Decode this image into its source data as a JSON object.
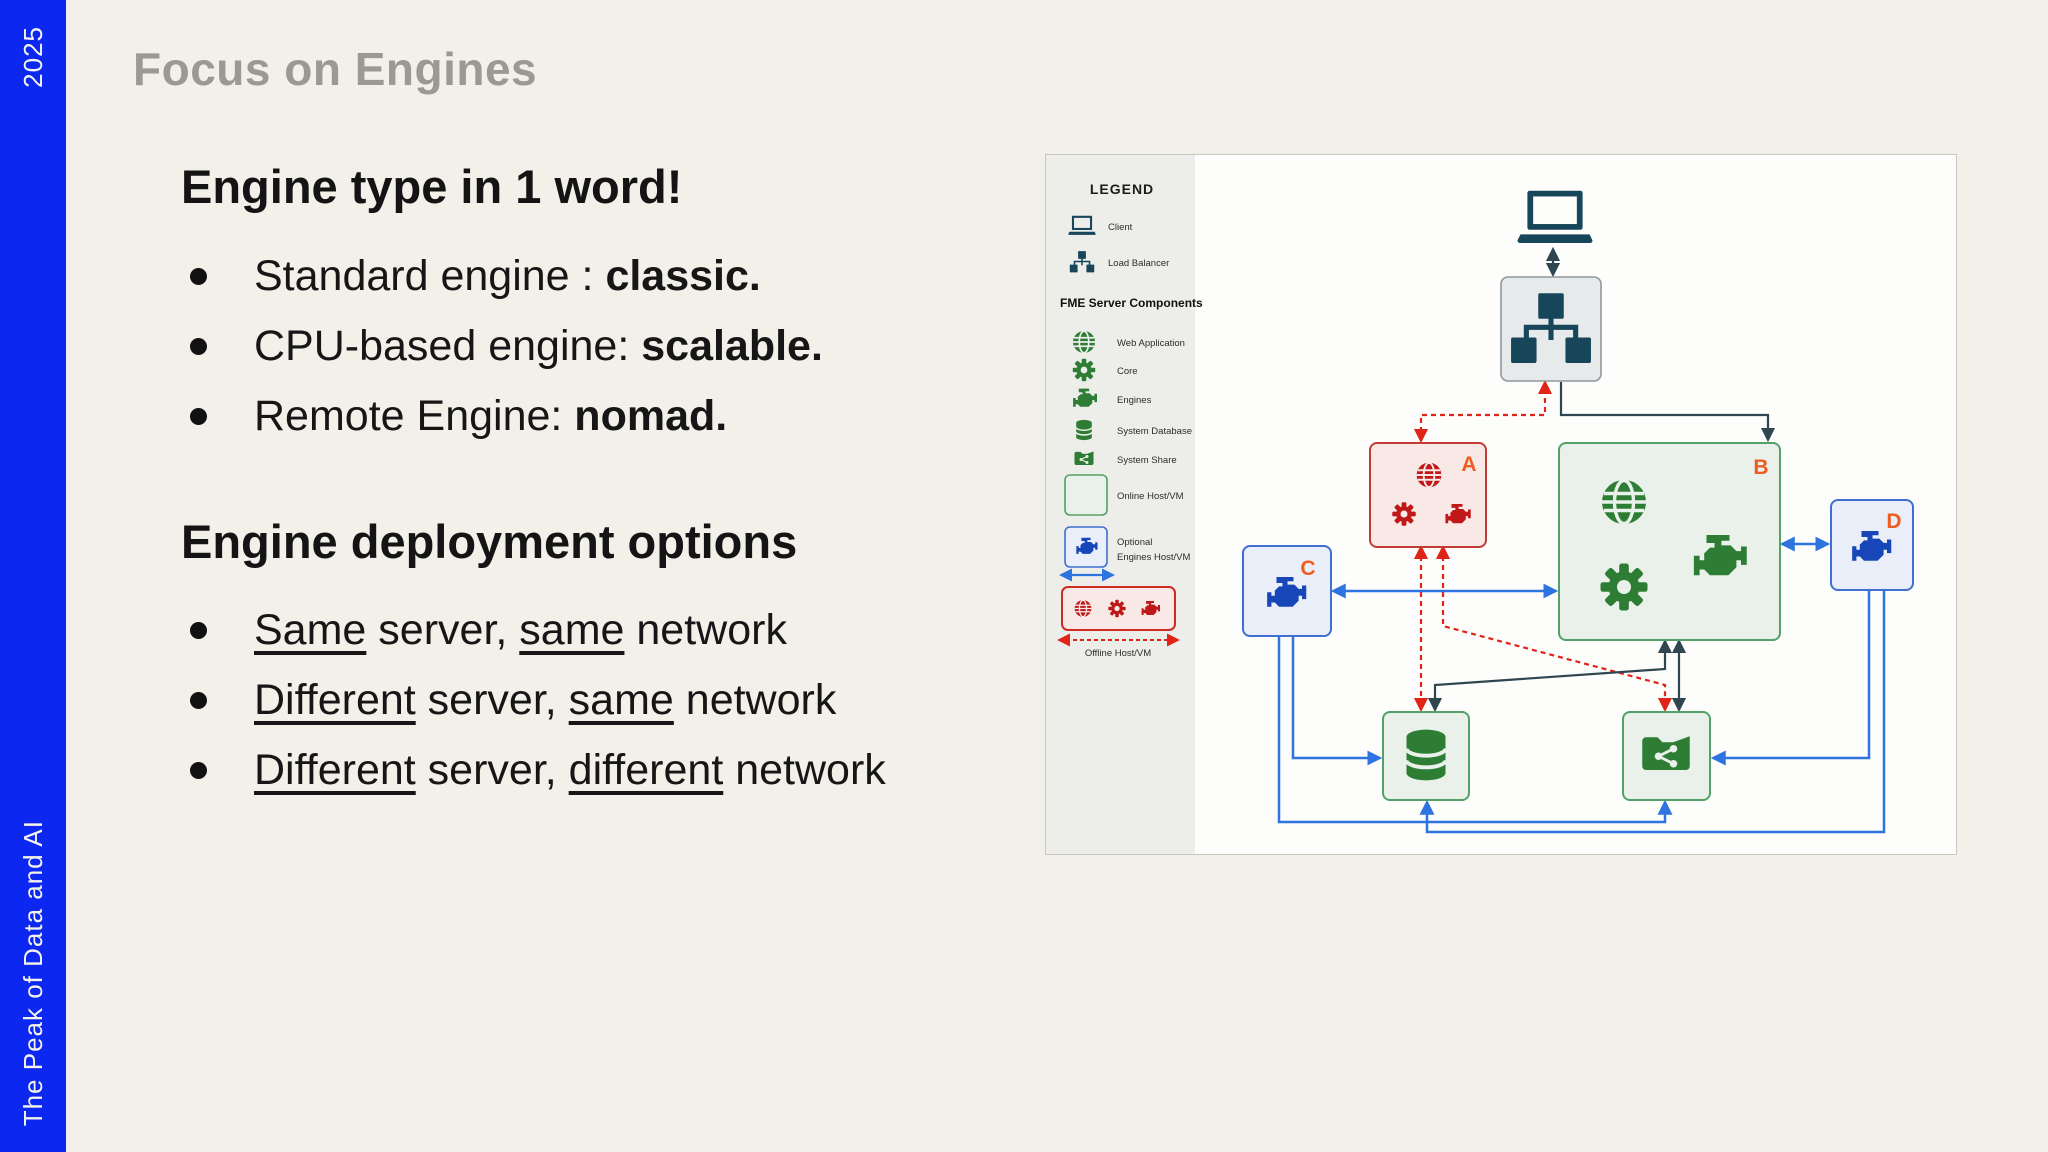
{
  "slide": {
    "year": "2025",
    "footer": "The Peak of Data and AI",
    "title": "Focus on Engines"
  },
  "content": {
    "section1": {
      "heading": "Engine type in 1 word!",
      "bullets": [
        {
          "segments": [
            {
              "text": "Standard engine : "
            },
            {
              "text": "classic.",
              "bold": true
            }
          ]
        },
        {
          "segments": [
            {
              "text": "CPU-based engine: "
            },
            {
              "text": "scalable.",
              "bold": true
            }
          ]
        },
        {
          "segments": [
            {
              "text": "Remote Engine: "
            },
            {
              "text": "nomad.",
              "bold": true
            }
          ]
        }
      ]
    },
    "section2": {
      "heading": "Engine deployment options",
      "bullets": [
        {
          "segments": [
            {
              "text": "Same",
              "underline": true
            },
            {
              "text": " server, "
            },
            {
              "text": "same",
              "underline": true
            },
            {
              "text": " network"
            }
          ]
        },
        {
          "segments": [
            {
              "text": "Different",
              "underline": true
            },
            {
              "text": " server, "
            },
            {
              "text": "same",
              "underline": true
            },
            {
              "text": " network"
            }
          ]
        },
        {
          "segments": [
            {
              "text": "Different",
              "underline": true
            },
            {
              "text": " server, "
            },
            {
              "text": "different",
              "underline": true
            },
            {
              "text": " network"
            }
          ]
        }
      ]
    }
  },
  "diagram": {
    "legend": {
      "title": "LEGEND",
      "client_label": "Client",
      "load_balancer_label": "Load Balancer",
      "components_header": "FME Server Components",
      "web_application_label": "Web Application",
      "core_label": "Core",
      "engines_label": "Engines",
      "system_database_label": "System Database",
      "system_share_label": "System Share",
      "online_host_label": "Online Host/VM",
      "optional_line1": "Optional",
      "optional_line2": "Engines Host/VM",
      "offline_host_label": "Offline Host/VM"
    },
    "nodes": {
      "a": "A",
      "b": "B",
      "c": "C",
      "d": "D"
    }
  },
  "colors": {
    "sidebar": "#0b27f0",
    "bg": "#f2f0e9",
    "title": "#9a9992",
    "orange": "#ed5c21",
    "dark_navy": "#17455a",
    "arrow_dark": "#2f4550",
    "arrow_blue": "#2d74e0",
    "arrow_red": "#e02417",
    "green_icon": "#2e7d34",
    "green_box_fill": "#e9f1ea",
    "green_box_border": "#53a169",
    "blue_icon": "#1746b8",
    "blue_box_fill": "#e9eef9",
    "blue_box_border": "#3e6fd1",
    "red_icon": "#c01818",
    "red_box_fill": "#f9e9e6",
    "red_box_border": "#c23b34",
    "legend_bg": "#ededea",
    "panel_bg": "#fdfdfb",
    "lb_box_fill": "#e7eaea"
  }
}
